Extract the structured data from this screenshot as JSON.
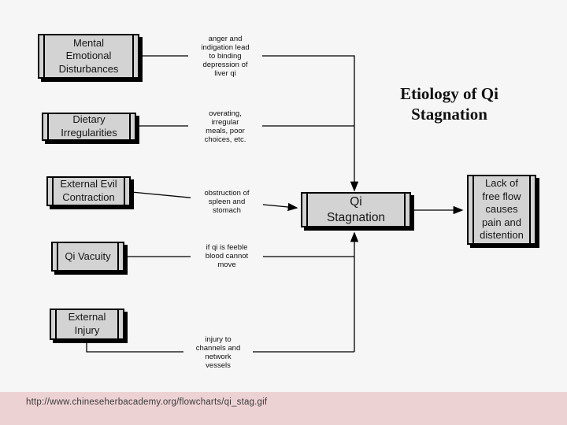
{
  "title": "Etiology of Qi\nStagnation",
  "colors": {
    "background": "#f7f6f6",
    "box_fill": "#d3d3d3",
    "line": "#000000",
    "footer_bar": "#edd2d4"
  },
  "diagram": {
    "causes": [
      {
        "label": "Mental\nEmotional\nDisturbances",
        "edge_label": "anger and\nindigation lead\nto binding\ndepression of\nliver qi"
      },
      {
        "label": "Dietary\nIrregularities",
        "edge_label": "overating,\nirregular\nmeals, poor\nchoices, etc."
      },
      {
        "label": "External Evil\nContraction",
        "edge_label": "obstruction of\nspleen and\nstomach"
      },
      {
        "label": "Qi Vacuity",
        "edge_label": "if qi is feeble\nblood cannot\nmove"
      },
      {
        "label": "External\nInjury",
        "edge_label": "injury to\nchannels and\nnetwork\nvessels"
      }
    ],
    "central": {
      "label": "Qi\nStagnation"
    },
    "result": {
      "label": "Lack of\nfree flow\ncauses\npain and\ndistention"
    }
  },
  "footer": {
    "source_url": "http://www.chineseherbacademy.org/flowcharts/qi_stag.gif"
  }
}
